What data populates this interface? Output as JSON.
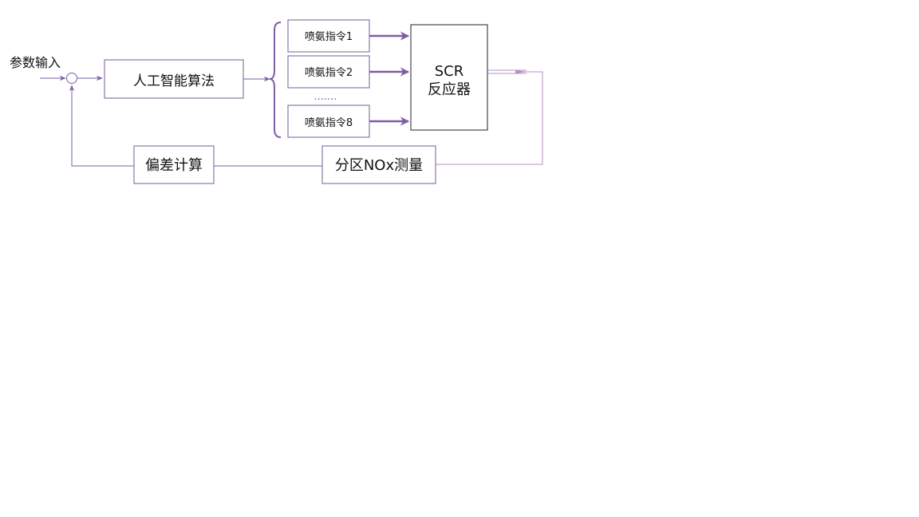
{
  "diagram": {
    "input_label": "参数输入",
    "algorithm_label": "人工智能算法",
    "commands": [
      "喷氨指令1",
      "喷氨指令2",
      "喷氨指令8"
    ],
    "ellipsis": "·······",
    "reactor_line1": "SCR",
    "reactor_line2": "反应器",
    "deviation_label": "偏差计算",
    "measurement_label": "分区NOx测量"
  },
  "colors": {
    "line": "#7b5ea6",
    "box_border": "#8a78aa",
    "feedback_line": "#b58fc4"
  }
}
